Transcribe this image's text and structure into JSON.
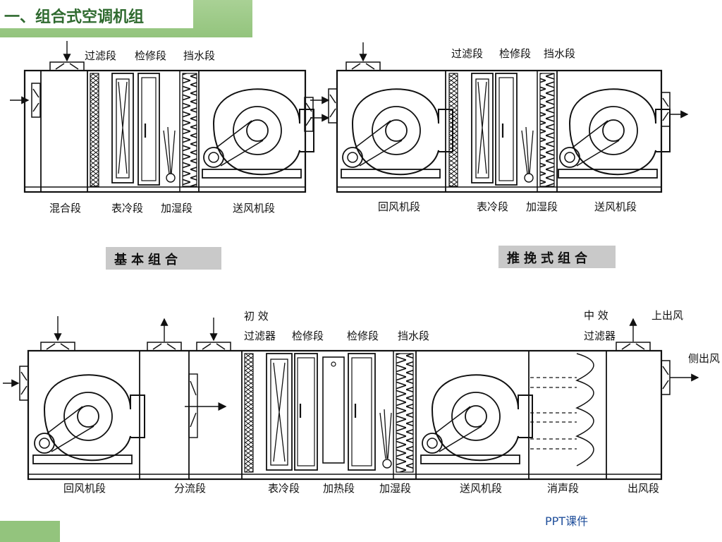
{
  "slide": {
    "title": "一、组合式空调机组",
    "footer": "PPT课件"
  },
  "diagram1": {
    "top_labels": [
      "过滤段",
      "检修段",
      "挡水段"
    ],
    "bottom_labels": [
      "混合段",
      "表冷段",
      "加湿段",
      "送风机段"
    ],
    "caption": "基本组合"
  },
  "diagram2": {
    "top_labels": [
      "过滤段",
      "检修段",
      "挡水段"
    ],
    "bottom_labels": [
      "回风机段",
      "表冷段",
      "加湿段",
      "送风机段"
    ],
    "caption": "推挽式组合"
  },
  "diagram3": {
    "top_labels": {
      "primary_line1": "初  效",
      "primary_line2": "过滤器",
      "inspection1": "检修段",
      "inspection2": "检修段",
      "mist": "挡水段",
      "medium_line1": "中  效",
      "medium_line2": "过滤器",
      "top_outlet": "上出风",
      "side_outlet": "侧出风"
    },
    "bottom_labels": [
      "回风机段",
      "分流段",
      "表冷段",
      "加热段",
      "加湿段",
      "送风机段",
      "消声段",
      "出风段"
    ]
  }
}
